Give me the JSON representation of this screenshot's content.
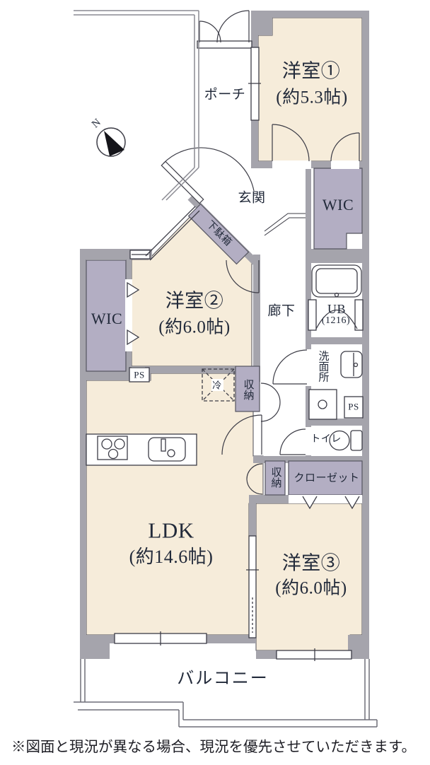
{
  "floorplan": {
    "compass_label": "N",
    "rooms": {
      "room1": {
        "name": "洋室①",
        "size": "(約5.3帖)"
      },
      "room2": {
        "name": "洋室②",
        "size": "(約6.0帖)"
      },
      "room3": {
        "name": "洋室③",
        "size": "(約6.0帖)"
      },
      "ldk": {
        "name": "LDK",
        "size": "(約14.6帖)"
      }
    },
    "labels": {
      "porch": "ポーチ",
      "entrance": "玄関",
      "shoe_cabinet": "下駄箱",
      "wic_right": "WIC",
      "wic_left": "WIC",
      "hallway": "廊下",
      "unit_bath_line1": "UB",
      "unit_bath_line2": "(1216)",
      "washroom": "洗面所",
      "ps_kitchen": "PS",
      "ps_washroom": "PS",
      "toilet": "トイレ",
      "storage_hallway": "収納",
      "storage_room3": "収納",
      "closet": "クローゼット",
      "refrigerator": "冷",
      "balcony": "バルコニー"
    },
    "disclaimer": "※図面と現況が異なる場合、現況を優先させていただきます。",
    "colors": {
      "room_fill": "#f6ecda",
      "closet_fill": "#b3aec3",
      "wall_fill": "#a5a4ac",
      "outline": "#3c3c46",
      "text": "#222a3a"
    }
  }
}
